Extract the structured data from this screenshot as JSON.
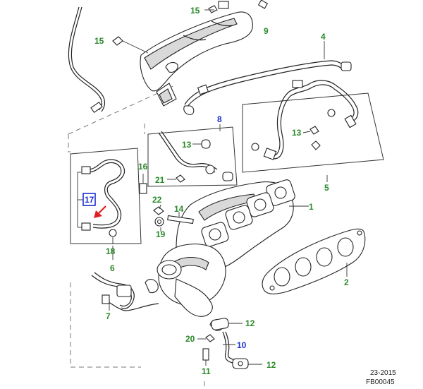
{
  "colors": {
    "callout_green": "#2a8a2a",
    "callout_blue": "#1a2fd0",
    "arrow_red": "#e02020",
    "line": "#222222"
  },
  "callouts": {
    "c1": "1",
    "c2": "2",
    "c4": "4",
    "c5": "5",
    "c6": "6",
    "c7": "7",
    "c8": "8",
    "c9": "9",
    "c10": "10",
    "c11": "11",
    "c12a": "12",
    "c12b": "12",
    "c13a": "13",
    "c13b": "13",
    "c14": "14",
    "c15a": "15",
    "c15b": "15",
    "c16": "16",
    "c17": "17",
    "c18": "18",
    "c19": "19",
    "c20": "20",
    "c21": "21",
    "c22": "22"
  },
  "footer": {
    "date": "23-2015",
    "code": "FB00045"
  }
}
